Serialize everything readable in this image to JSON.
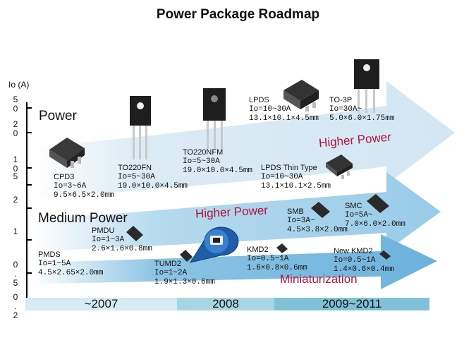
{
  "title": "Power Package Roadmap",
  "y_axis": {
    "label": "Io (A)",
    "ticks": [
      {
        "lines": [
          "5",
          "0"
        ]
      },
      {
        "lines": [
          "2",
          "0"
        ]
      },
      {
        "lines": [
          "1",
          "0"
        ]
      },
      {
        "lines": [
          "5"
        ]
      },
      {
        "lines": [
          "2"
        ]
      },
      {
        "lines": [
          "1"
        ]
      },
      {
        "lines": [
          "0",
          ".",
          "5"
        ]
      },
      {
        "lines": [
          "0",
          ".",
          "2"
        ]
      }
    ]
  },
  "bands": {
    "power": "Power",
    "medium_power": "Medium  Power"
  },
  "trend_labels": {
    "higher_power_top": "Higher Power",
    "higher_power_mid": "Higher Power",
    "miniaturization": "Miniaturization"
  },
  "packages": {
    "cpd3": {
      "name": "CPD3",
      "io": "Io=3~6A",
      "dims": "9.5×6.5×2.0mm"
    },
    "to220fn": {
      "name": "TO220FN",
      "io": "Io=5~30A",
      "dims": "19.0×10.0×4.5mm"
    },
    "to220nfm": {
      "name": "TO220NFM",
      "io": "Io=5~30A",
      "dims": "19.0×10.0×4.5mm"
    },
    "lpds": {
      "name": "LPDS",
      "io": "Io=10~30A",
      "dims": "13.1×10.1×4.5mm"
    },
    "to3p": {
      "name": "TO-3P",
      "io": "Io=30A~",
      "dims": "5.0×6.0×1.75mm"
    },
    "lpds_thin": {
      "name": "LPDS Thin Type",
      "io": "Io=10~30A",
      "dims": "13.1×10.1×2.5mm"
    },
    "smb": {
      "name": "SMB",
      "io": "Io=3A~",
      "dims": "4.5×3.8×2.0mm"
    },
    "smc": {
      "name": "SMC",
      "io": "Io=5A~",
      "dims": "7.0×6.0×2.0mm"
    },
    "pmdu": {
      "name": "PMDU",
      "io": "Io=1~3A",
      "dims": "2.6×1.6×0.8mm"
    },
    "pmds": {
      "name": "PMDS",
      "io": "Io=1~5A",
      "dims": "4.5×2.65×2.0mm"
    },
    "tumd2": {
      "name": "TUMD2",
      "io": "Io=1~2A",
      "dims": "1.9×1.3×0.6mm"
    },
    "kmd2": {
      "name": "KMD2",
      "io": "Io=0.5~1A",
      "dims": "1.6×0.8×0.6mm"
    },
    "new_kmd2": {
      "name": "New  KMD2",
      "io": "Io=0.5~1A",
      "dims": "1.4×0.6×0.4mm"
    }
  },
  "timeline": [
    "~2007",
    "2008",
    "2009~2011"
  ],
  "colors": {
    "trend_red": "#b4123a",
    "timeline_bg": "#bfe0ea",
    "band_light": "#dcebf4",
    "band_mid": "#a9d3ea",
    "band_dark": "#7fbfe2"
  }
}
